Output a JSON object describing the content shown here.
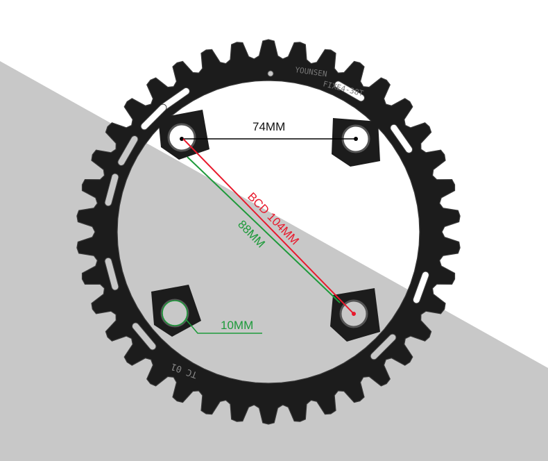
{
  "colors": {
    "background_light": "#ffffff",
    "background_band": "#c8c8c8",
    "chainring": "#1c1c1c",
    "chainring_edge": "#3a3a3a",
    "dimension_black": "#000000",
    "dimension_red": "#e8192c",
    "dimension_green": "#1d9a3a"
  },
  "labels": {
    "bolt_spacing": "74MM",
    "bcd": "BCD 104MM",
    "diagonal": "88MM",
    "bolt_hole": "10MM"
  },
  "engraving": {
    "brand": "YOUNSEN",
    "model": "FIXE4-38T",
    "code": "TC 01"
  }
}
